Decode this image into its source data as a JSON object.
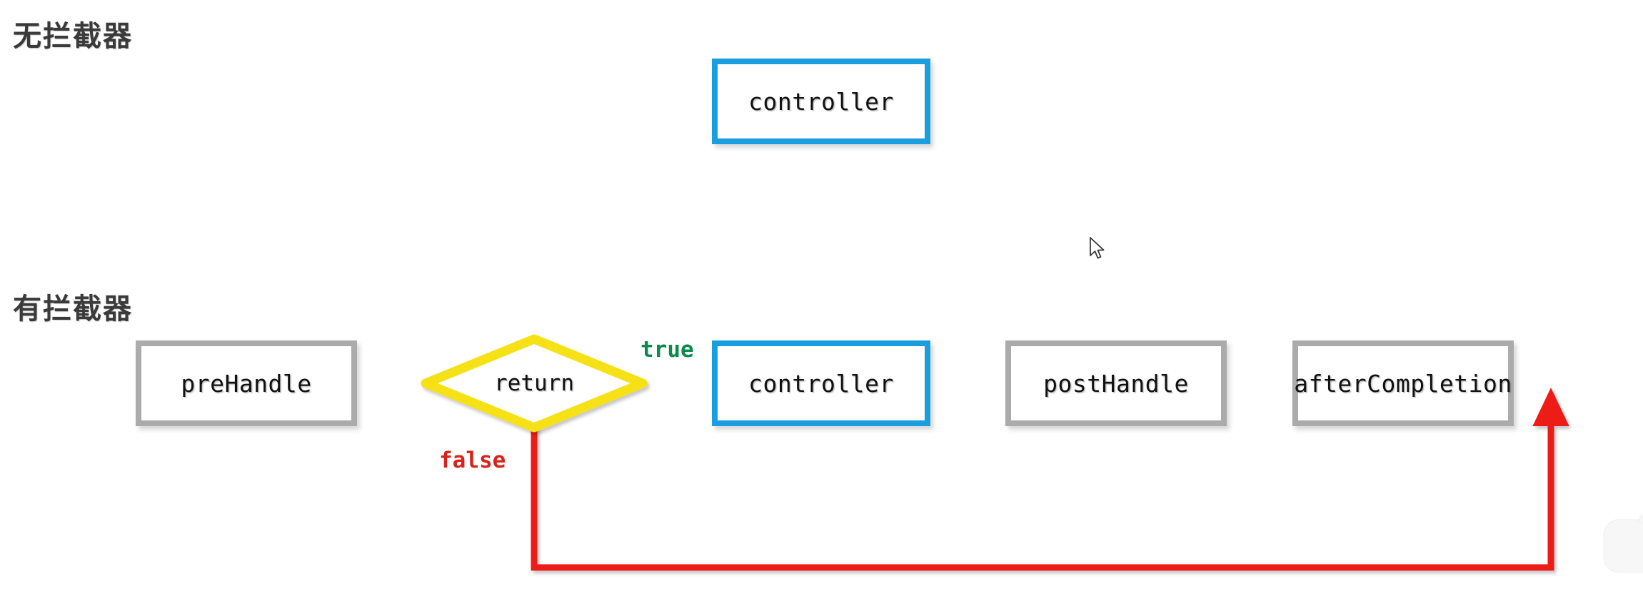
{
  "diagram": {
    "title_no_interceptor": "无拦截器",
    "title_with_interceptor": "有拦截器",
    "colors": {
      "arrow_green": "#0e8a4a",
      "arrow_red": "#ee1c15",
      "node_blue_border": "#1a9ee0",
      "node_gray_border": "#ababab",
      "decision_yellow": "#f5e114",
      "text_dark": "#3a3a3a",
      "background": "#ffffff"
    },
    "rows": [
      {
        "name": "no-interceptor-row",
        "label": "无拦截器",
        "nodes": [
          {
            "id": "controller-top",
            "label": "controller",
            "style": "blue"
          }
        ],
        "edges": [
          {
            "from": "start",
            "to": "controller-top",
            "color": "#0e8a4a"
          },
          {
            "from": "controller-top",
            "to": "end",
            "color": "#0e8a4a"
          }
        ]
      },
      {
        "name": "with-interceptor-row",
        "label": "有拦截器",
        "nodes": [
          {
            "id": "preHandle",
            "label": "preHandle",
            "style": "gray"
          },
          {
            "id": "return",
            "label": "return",
            "style": "decision"
          },
          {
            "id": "controller-bottom",
            "label": "controller",
            "style": "blue"
          },
          {
            "id": "postHandle",
            "label": "postHandle",
            "style": "gray"
          },
          {
            "id": "afterCompletion",
            "label": "afterCompletion",
            "style": "gray"
          }
        ],
        "edges": [
          {
            "from": "start",
            "to": "preHandle",
            "color": "#0e8a4a",
            "label": ""
          },
          {
            "from": "preHandle",
            "to": "return",
            "color": "#0e8a4a",
            "label": ""
          },
          {
            "from": "return",
            "to": "controller-bottom",
            "color": "#0e8a4a",
            "label": "true"
          },
          {
            "from": "controller-bottom",
            "to": "postHandle",
            "color": "#0e8a4a",
            "label": ""
          },
          {
            "from": "postHandle",
            "to": "afterCompletion",
            "color": "#0e8a4a",
            "label": ""
          },
          {
            "from": "afterCompletion",
            "to": "end",
            "color": "#0e8a4a",
            "label": ""
          },
          {
            "from": "return",
            "to": "afterCompletion-exit",
            "color": "#ee1c15",
            "label": "false"
          }
        ]
      }
    ],
    "labels": {
      "true": "true",
      "false": "false"
    }
  },
  "overlay": {
    "cursor_name": "mouse-pointer",
    "watermark_name": "app-logo-watermark"
  }
}
